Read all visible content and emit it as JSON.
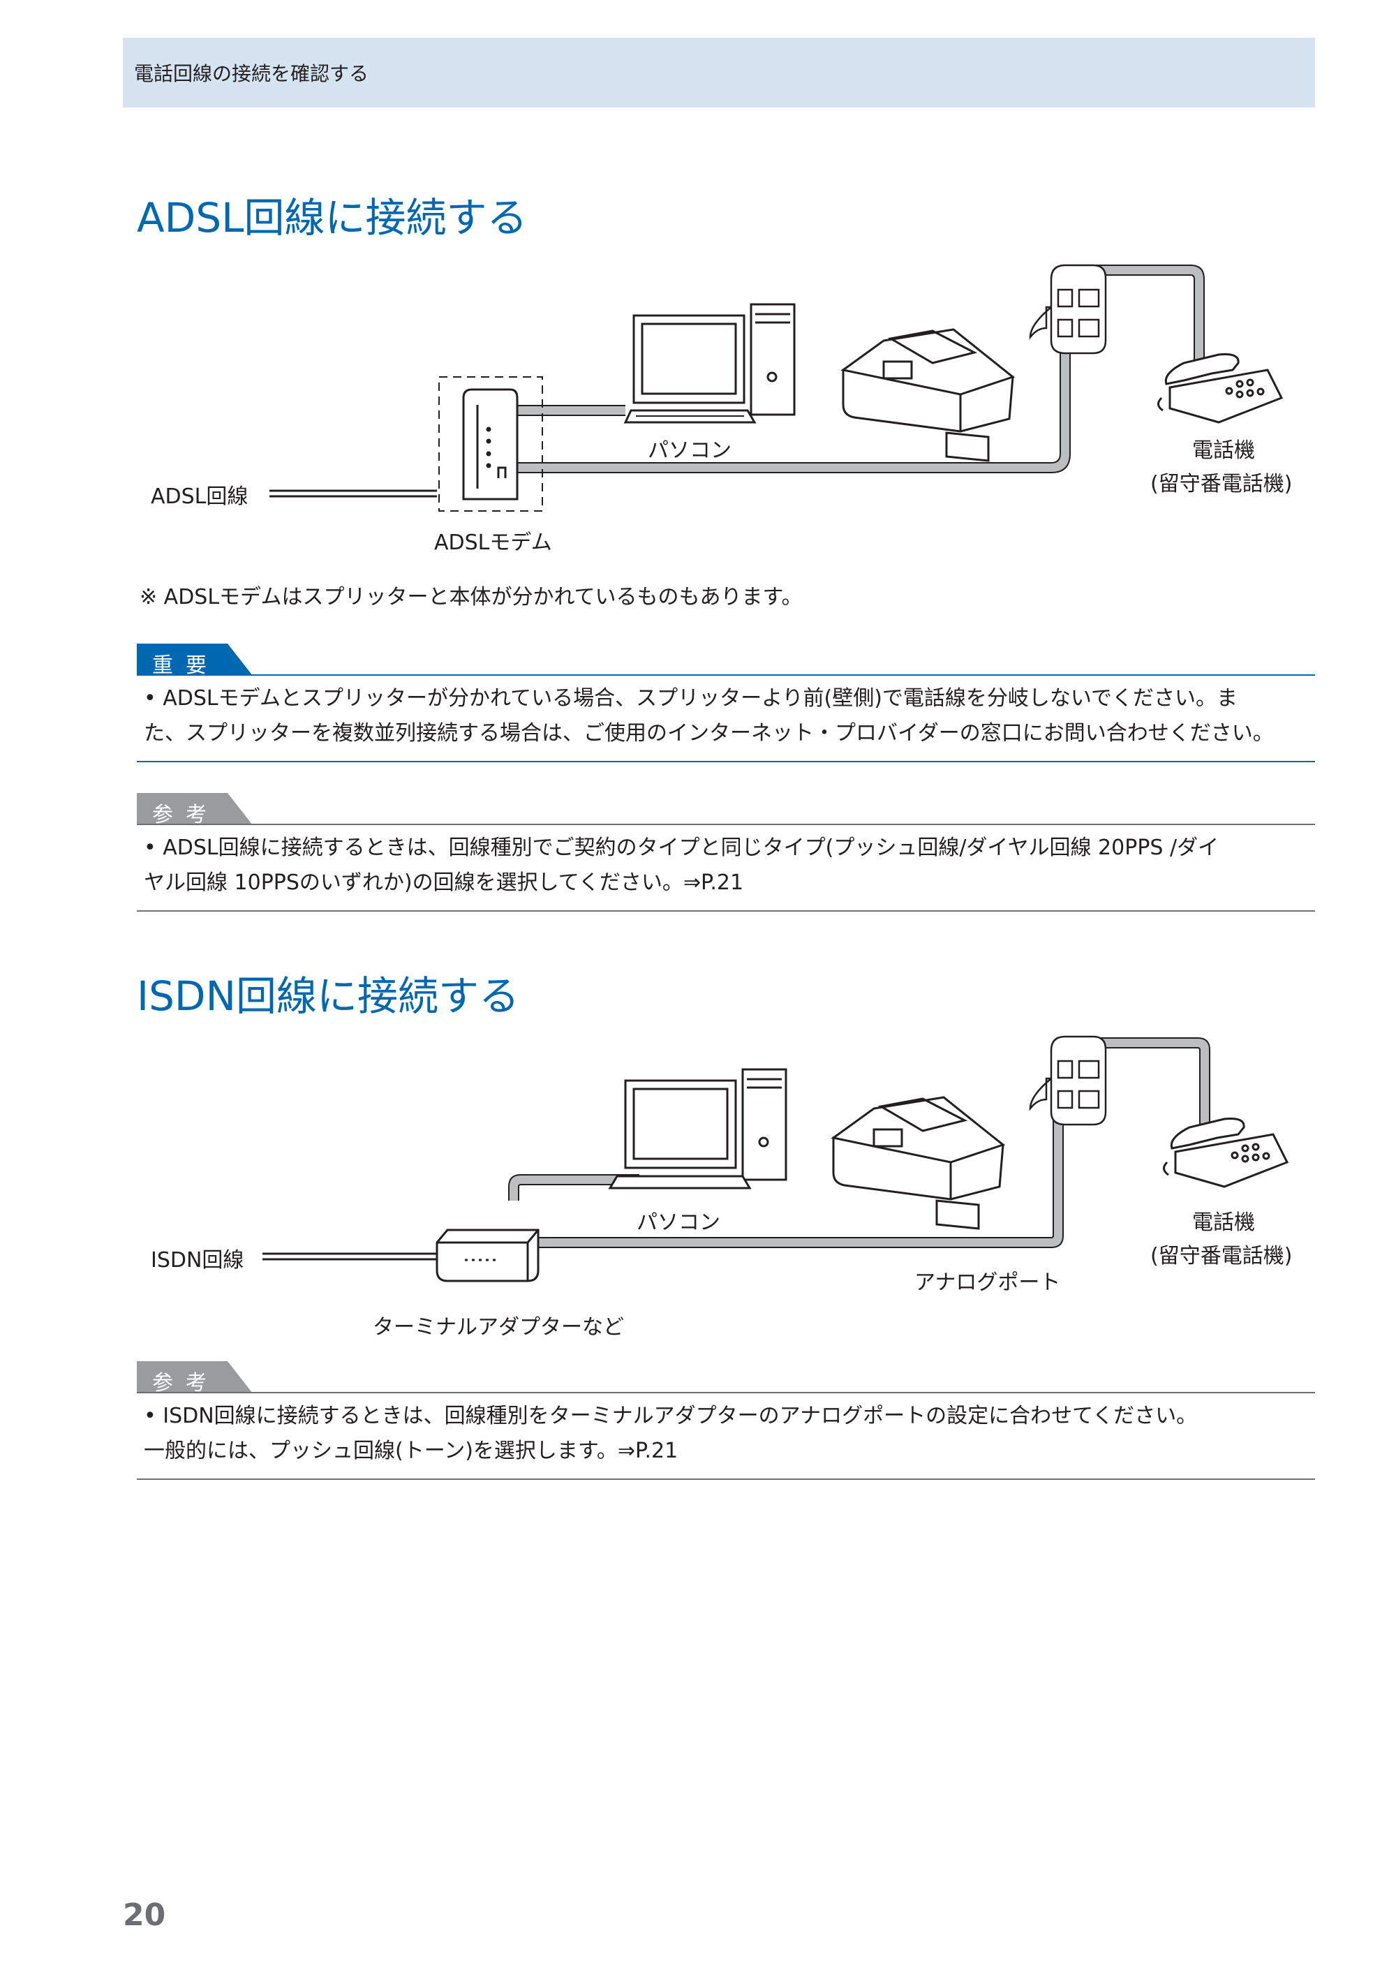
{
  "header": {
    "title": "電話回線の接続を確認する"
  },
  "adsl": {
    "heading": "ADSL回線に接続する",
    "labels": {
      "pc": "パソコン",
      "phone": "電話機",
      "phone_sub": "(留守番電話機)",
      "line": "ADSL回線",
      "modem": "ADSLモデム"
    },
    "footnote": "※ ADSLモデムはスプリッターと本体が分かれているものもあります。",
    "important": {
      "tag": "重要",
      "lines": [
        "• ADSLモデムとスプリッターが分かれている場合、スプリッターより前(壁側)で電話線を分岐しないでください。ま",
        "  た、スプリッターを複数並列接続する場合は、ご使用のインターネット・プロバイダーの窓口にお問い合わせください。"
      ]
    },
    "reference": {
      "tag": "参考",
      "lines": [
        "• ADSL回線に接続するときは、回線種別でご契約のタイプと同じタイプ(プッシュ回線/ダイヤル回線 20PPS /ダイ",
        "  ヤル回線 10PPSのいずれか)の回線を選択してください。⇒P.21"
      ]
    }
  },
  "isdn": {
    "heading": "ISDN回線に接続する",
    "labels": {
      "pc": "パソコン",
      "phone": "電話機",
      "phone_sub": "(留守番電話機)",
      "line": "ISDN回線",
      "analog_port": "アナログポート",
      "ta": "ターミナルアダプターなど"
    },
    "reference": {
      "tag": "参考",
      "lines": [
        "• ISDN回線に接続するときは、回線種別をターミナルアダプターのアナログポートの設定に合わせてください。",
        "  一般的には、プッシュ回線(トーン)を選択します。⇒P.21"
      ]
    }
  },
  "page_number": "20",
  "colors": {
    "accent": "#0067b1",
    "header_band": "#d6e4f2",
    "tag_gray": "#9a9b9d",
    "tag_blue": "#0067b1"
  }
}
